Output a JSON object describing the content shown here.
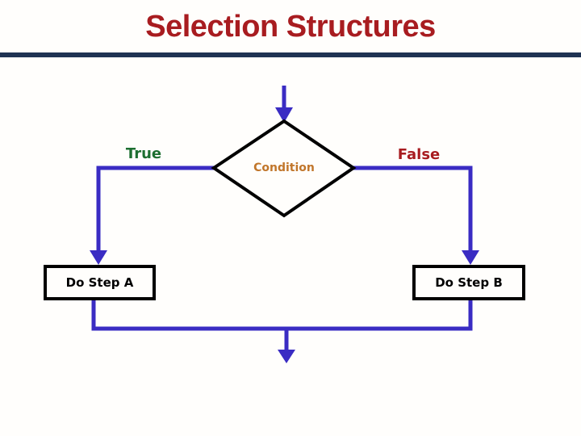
{
  "slide": {
    "title": "Selection Structures"
  },
  "flowchart": {
    "condition_label": "Condition",
    "true_label": "True",
    "false_label": "False",
    "step_a_label": "Do Step A",
    "step_b_label": "Do Step B"
  },
  "colors": {
    "title_red": "#a81c20",
    "rule_navy": "#1f3353",
    "connector_blue": "#3a2cc3",
    "true_green": "#1d6f31",
    "false_red": "#a81c20",
    "condition_orange": "#c1762b",
    "shape_outline_black": "#000000",
    "background": "#fffefc"
  }
}
